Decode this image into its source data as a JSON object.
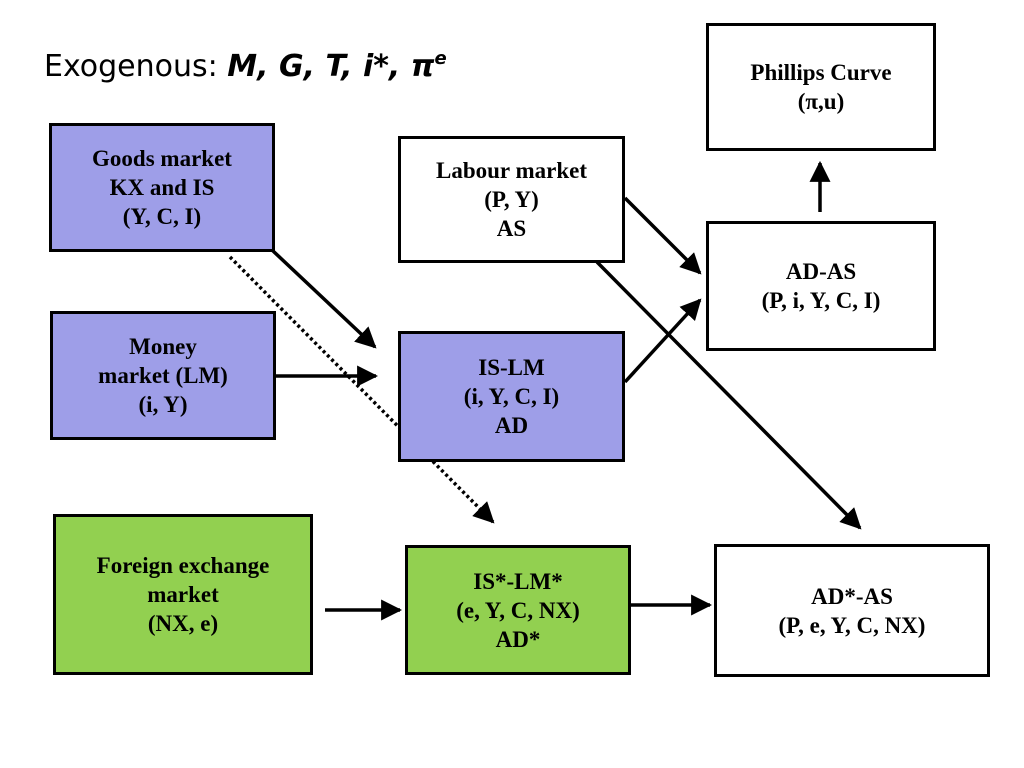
{
  "title": {
    "prefix": "Exogenous: ",
    "variables": "M, G, T, i*, π",
    "superscript": "e"
  },
  "boxes": {
    "goods": {
      "lines": [
        "Goods market",
        "KX and IS",
        "(Y, C, I)"
      ],
      "color": "#9e9ee8"
    },
    "money": {
      "lines": [
        "Money",
        "market (LM)",
        "(i, Y)"
      ],
      "color": "#9e9ee8"
    },
    "islm": {
      "lines": [
        "IS-LM",
        "(i, Y, C, I)",
        "AD"
      ],
      "color": "#9e9ee8"
    },
    "labour": {
      "lines": [
        "Labour market",
        "(P, Y)",
        "AS"
      ],
      "color": "#ffffff"
    },
    "phillips": {
      "lines": [
        "Phillips Curve",
        "(π,u)"
      ],
      "color": "#ffffff"
    },
    "adas": {
      "lines": [
        "AD-AS",
        "(P, i, Y, C, I)"
      ],
      "color": "#ffffff"
    },
    "forex": {
      "lines": [
        "Foreign exchange",
        "market",
        "(NX, e)"
      ],
      "color": "#92d050"
    },
    "islm_star": {
      "lines": [
        "IS*-LM*",
        "(e, Y, C, NX)",
        "AD*"
      ],
      "color": "#92d050"
    },
    "adas_star": {
      "lines": [
        "AD*-AS",
        "(P, e, Y, C, NX)"
      ],
      "color": "#ffffff"
    }
  }
}
